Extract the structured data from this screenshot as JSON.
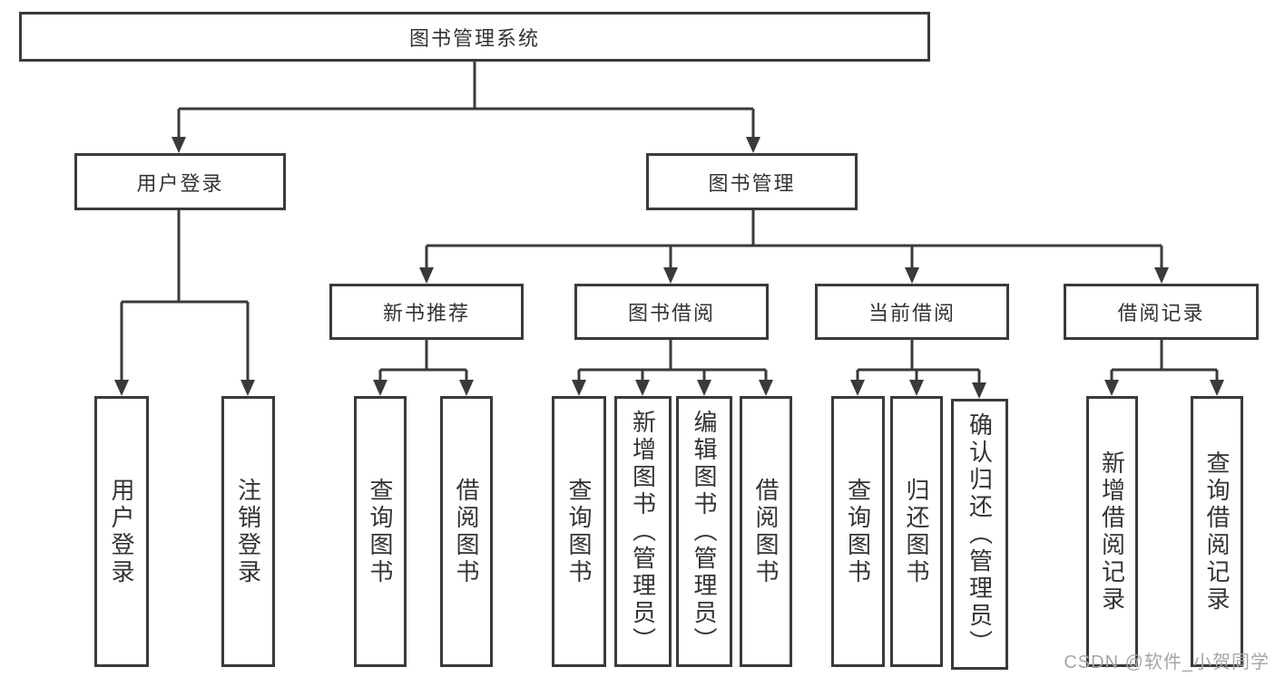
{
  "diagram": {
    "root": "图书管理系统",
    "user_login": {
      "label": "用户登录",
      "children": [
        "用户登录",
        "注销登录"
      ]
    },
    "book_mgmt": {
      "label": "图书管理",
      "groups": [
        {
          "label": "新书推荐",
          "children": [
            "查询图书",
            "借阅图书"
          ]
        },
        {
          "label": "图书借阅",
          "children": [
            "查询图书",
            "新增图书（管理员）",
            "编辑图书（管理员）",
            "借阅图书"
          ]
        },
        {
          "label": "当前借阅",
          "children": [
            "查询图书",
            "归还图书",
            "确认归还（管理员）"
          ]
        },
        {
          "label": "借阅记录",
          "children": [
            "新增借阅记录",
            "查询借阅记录"
          ]
        }
      ]
    }
  },
  "watermark": "CSDN @软件_小贺同学",
  "colors": {
    "line": "#3a3a3a",
    "text": "#333333",
    "watermark": "#a5a5a5",
    "background": "#ffffff"
  }
}
